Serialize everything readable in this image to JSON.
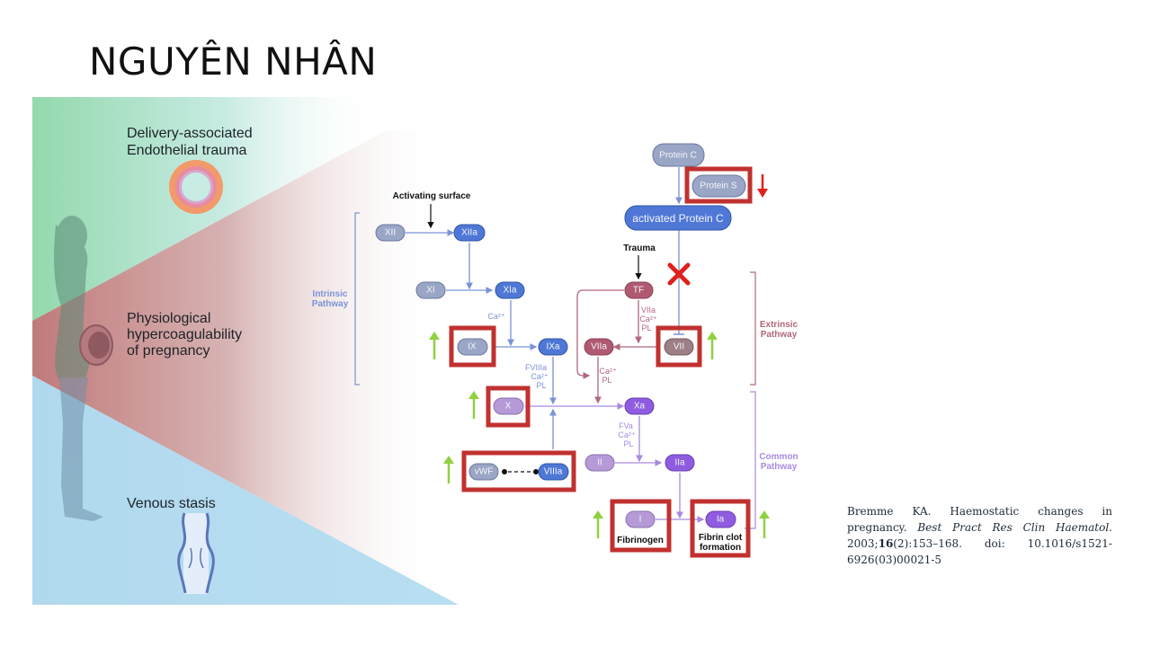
{
  "slide": {
    "title": "NGUYÊN NHÂN"
  },
  "risk_panels": {
    "top": {
      "line1": "Delivery-associated",
      "line2": "Endothelial trauma",
      "icon": "blood-vessel-cross-section-icon",
      "color": "#9ad9b5"
    },
    "middle": {
      "line1": "Physiological",
      "line2": "hypercoagulability",
      "line3": "of pregnancy",
      "icon": "fetus-icon",
      "color": "#c98a8a"
    },
    "bottom": {
      "line1": "Venous stasis",
      "icon": "varicose-vein-icon",
      "color": "#b5dcef"
    }
  },
  "cascade": {
    "activating_surface": "Activating surface",
    "trauma": "Trauma",
    "pathways": {
      "intrinsic": {
        "line1": "Intrinsic",
        "line2": "Pathway"
      },
      "extrinsic": {
        "line1": "Extrinsic",
        "line2": "Pathway"
      },
      "common": {
        "line1": "Common",
        "line2": "Pathway"
      }
    },
    "nodes": {
      "xii": "XII",
      "xiia": "XIIa",
      "xi": "XI",
      "xia": "XIa",
      "ix": "IX",
      "ixa": "IXa",
      "x": "X",
      "xa": "Xa",
      "vwf": "vWF",
      "viiia": "VIIIa",
      "ii": "II",
      "iia": "IIa",
      "i": "I",
      "ia": "Ia",
      "tf": "TF",
      "viia": "VIIa",
      "vii": "VII",
      "protein_c": "Protein C",
      "protein_s": "Protein S",
      "apc": "activated Protein C"
    },
    "cofactors": {
      "xia_to_ix": "Ca²⁺",
      "ixa_to_x": [
        "FVIIIa",
        "Ca²⁺",
        "PL"
      ],
      "tf_to_vii": [
        "VIIa",
        "Ca²⁺",
        "PL"
      ],
      "viia_to_x": [
        "Ca²⁺",
        "PL"
      ],
      "xa_to_ii": [
        "FVa",
        "Ca²⁺",
        "PL"
      ]
    },
    "labels": {
      "fibrinogen": "Fibrinogen",
      "fibrin_clot_1": "Fibrin clot",
      "fibrin_clot_2": "formation"
    },
    "indicators": {
      "increased": [
        "IX",
        "VII",
        "X",
        "vWF/VIIIa",
        "Fibrinogen",
        "Fibrin clot formation"
      ],
      "decreased": [
        "Protein S"
      ],
      "blocked": "activated Protein C inhibition of VII"
    },
    "colors": {
      "highlight_box": "#c0312f",
      "up_arrow": "#8fd13f",
      "down_arrow": "#e0201c",
      "intrinsic": "#7b93d6",
      "extrinsic": "#b0687a",
      "common": "#a98ae0"
    }
  },
  "citation": {
    "authors": "Bremme KA.",
    "title": "Haemostatic changes in pregnancy.",
    "journal": "Best Pract Res Clin Haematol.",
    "year": "2003;",
    "volume": "16",
    "issue_pages": "(2):153–168.",
    "doi": "doi: 10.1016/s1521-6926(03)00021-5"
  }
}
